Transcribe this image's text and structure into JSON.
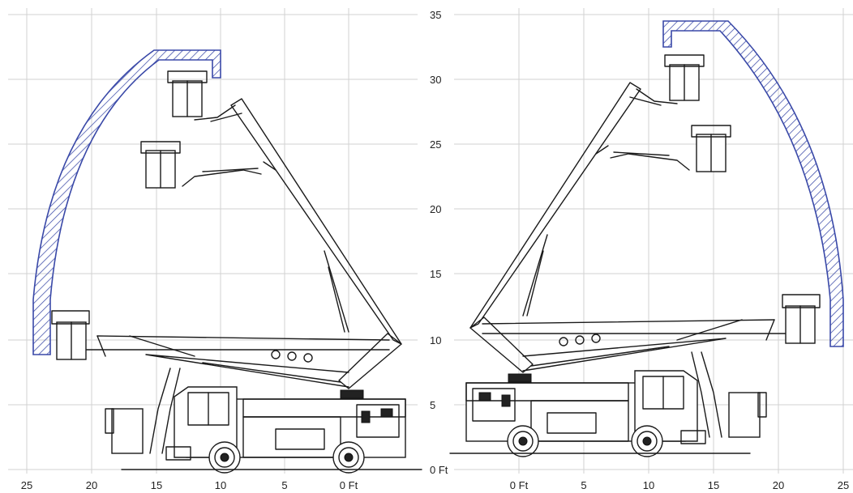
{
  "diagram": {
    "colors": {
      "envelope": "#3a49a8",
      "grid": "#d2d2d2",
      "line": "#1a1a1a",
      "text": "#222222"
    },
    "left_x_axis_labels": [
      "25",
      "20",
      "15",
      "10",
      "5",
      "0 Ft"
    ],
    "right_x_axis_labels": [
      "0 Ft",
      "5",
      "10",
      "15",
      "20",
      "25"
    ],
    "y_axis_labels": [
      "35",
      "30",
      "25",
      "20",
      "15",
      "10",
      "5",
      "0 Ft"
    ],
    "views": [
      {
        "name": "left-side-truck-view",
        "facing": "left"
      },
      {
        "name": "right-side-truck-view",
        "facing": "right"
      }
    ]
  }
}
